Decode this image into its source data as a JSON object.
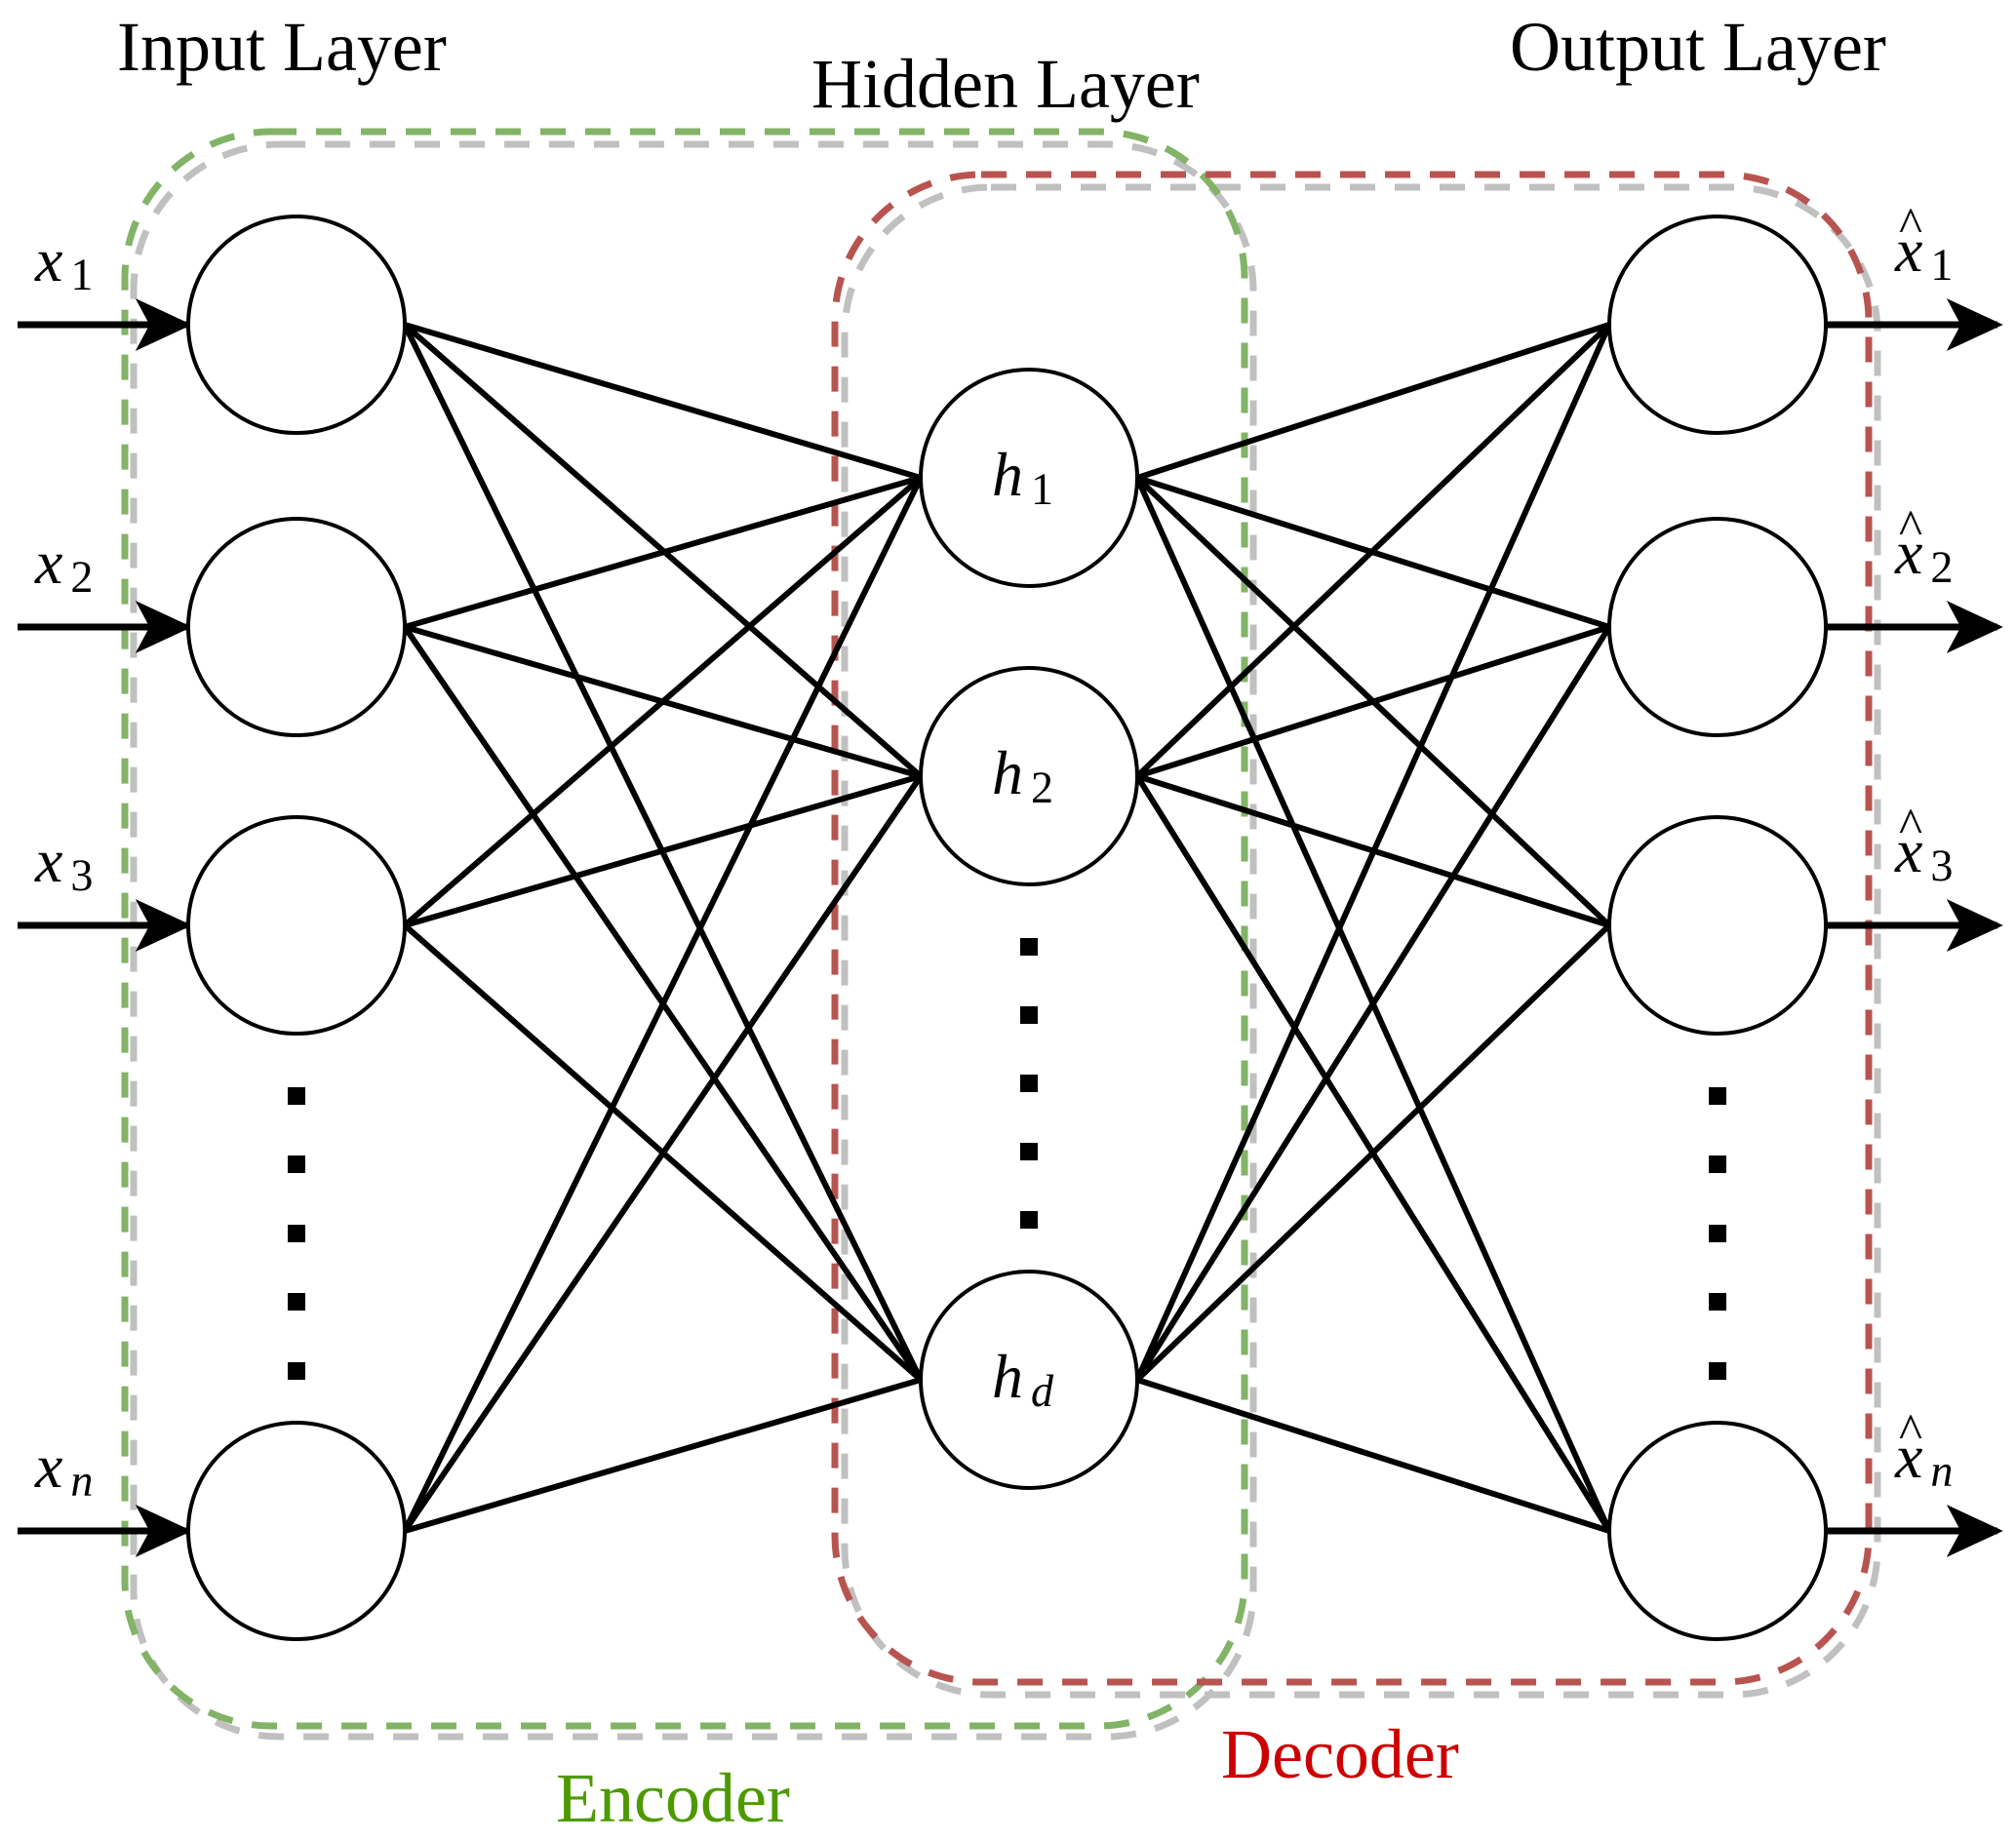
{
  "titles": {
    "input_layer": "Input Layer",
    "hidden_layer": "Hidden Layer",
    "output_layer": "Output Layer"
  },
  "groups": {
    "encoder": {
      "label": "Encoder",
      "border_color": "#82b366",
      "text_color": "#4d9a00"
    },
    "decoder": {
      "label": "Decoder",
      "border_color": "#b85450",
      "text_color": "#cc0000"
    },
    "shadow_color": "#c0c0c0"
  },
  "layers": {
    "input": {
      "nodes": [
        {
          "symbol": "x",
          "subscript": "1",
          "hat": false
        },
        {
          "symbol": "x",
          "subscript": "2",
          "hat": false
        },
        {
          "symbol": "x",
          "subscript": "3",
          "hat": false
        },
        {
          "symbol": "x",
          "subscript": "n",
          "hat": false,
          "sub_italic": true
        }
      ],
      "ellipsis_dots": 5
    },
    "hidden": {
      "nodes": [
        {
          "symbol": "h",
          "subscript": "1"
        },
        {
          "symbol": "h",
          "subscript": "2"
        },
        {
          "symbol": "h",
          "subscript": "d",
          "sub_italic": true
        }
      ],
      "ellipsis_dots": 5
    },
    "output": {
      "nodes": [
        {
          "symbol": "x",
          "subscript": "1",
          "hat": true
        },
        {
          "symbol": "x",
          "subscript": "2",
          "hat": true
        },
        {
          "symbol": "x",
          "subscript": "3",
          "hat": true
        },
        {
          "symbol": "x",
          "subscript": "n",
          "hat": true,
          "sub_italic": true
        }
      ],
      "ellipsis_dots": 5
    }
  },
  "connections": "fully-connected"
}
